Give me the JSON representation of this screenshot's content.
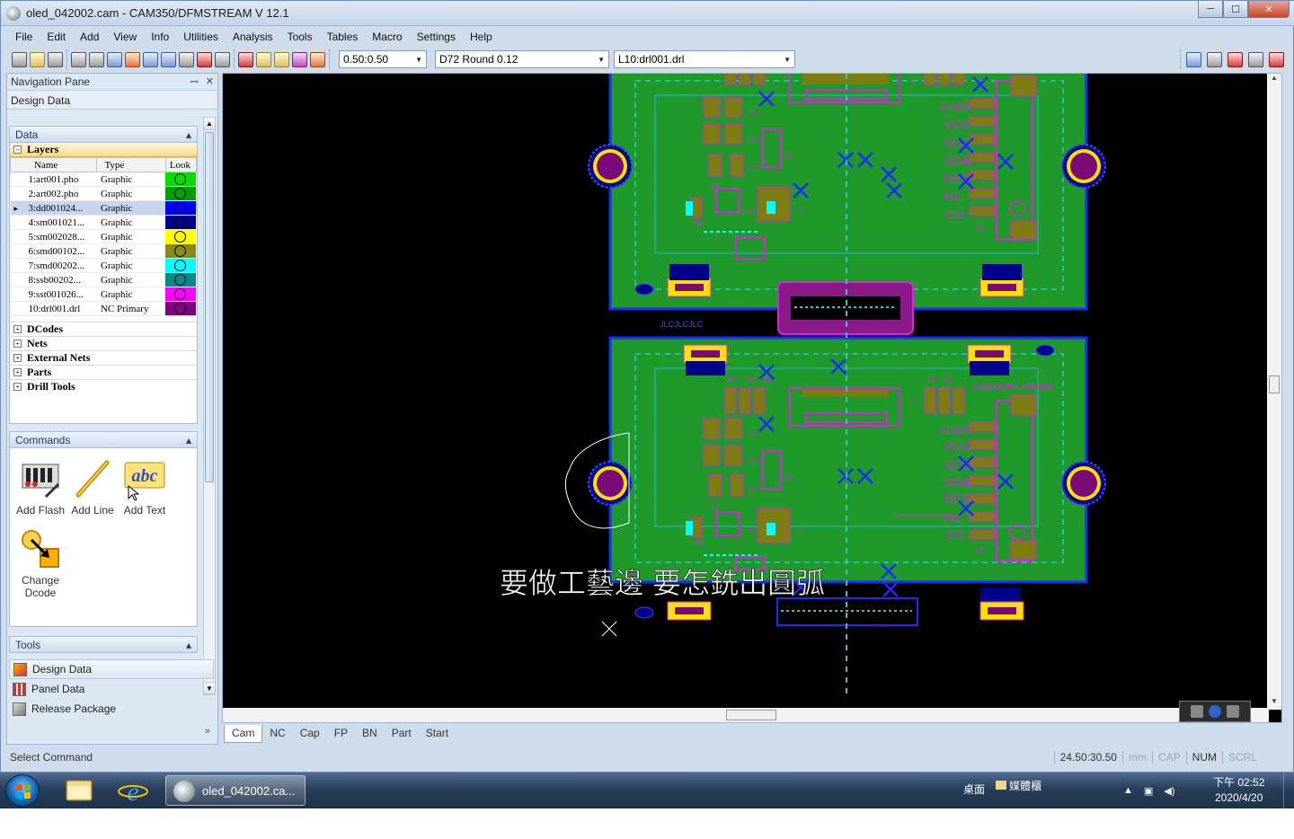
{
  "window": {
    "title": "oled_042002.cam - CAM350/DFMSTREAM V 12.1",
    "buttons": {
      "minimize": "─",
      "maximize": "☐",
      "close": "✕"
    }
  },
  "menu": [
    "File",
    "Edit",
    "Add",
    "View",
    "Info",
    "Utilities",
    "Analysis",
    "Tools",
    "Tables",
    "Macro",
    "Settings",
    "Help"
  ],
  "toolbar": {
    "grid_value": "0.50:0.50",
    "dcode_value": "D72   Round 0.12",
    "layer_value": "L10:drl001.drl"
  },
  "nav": {
    "title": "Navigation Pane",
    "pin_glyph": "ꟷ",
    "close_glyph": "✕",
    "design_data": "Design Data",
    "data_panel": "Data",
    "layers_label": "Layers",
    "columns": {
      "name": "Name",
      "type": "Type",
      "look": "Look"
    },
    "layers": [
      {
        "name": "1:art001.pho",
        "type": "Graphic",
        "color": "#00e000"
      },
      {
        "name": "2:art002.pho",
        "type": "Graphic",
        "color": "#00a000"
      },
      {
        "name": "3:dd001024...",
        "type": "Graphic",
        "color": "#0000ff"
      },
      {
        "name": "4:sm001021...",
        "type": "Graphic",
        "color": "#00008a"
      },
      {
        "name": "5:sm002028...",
        "type": "Graphic",
        "color": "#ffff00"
      },
      {
        "name": "6:smd00102...",
        "type": "Graphic",
        "color": "#8a8a10"
      },
      {
        "name": "7:smd00202...",
        "type": "Graphic",
        "color": "#00ffff"
      },
      {
        "name": "8:ssb00202...",
        "type": "Graphic",
        "color": "#008a8a"
      },
      {
        "name": "9:sst001026...",
        "type": "Graphic",
        "color": "#ff00ff"
      },
      {
        "name": "10:drl001.drl",
        "type": "NC Primary",
        "color": "#800080"
      }
    ],
    "tree": [
      "DCodes",
      "Nets",
      "External Nets",
      "Parts",
      "Drill Tools"
    ],
    "commands_panel": "Commands",
    "commands": [
      "Add Flash",
      "Add Line",
      "Add Text",
      "Change Dcode"
    ],
    "tools_panel": "Tools",
    "tools": [
      "Design Data",
      "Panel Data",
      "Release Package"
    ]
  },
  "board": {
    "labels": [
      "GND",
      "VCC",
      "SCL",
      "SDA",
      "RES",
      "DC",
      "CS"
    ],
    "title_text": "2.42 OLED 128X64",
    "ref_j1": "J1",
    "ref_j3": "J3",
    "ref_u0": "U0",
    "ref_l1": "L1",
    "ref_d1": "D1",
    "ref_r1": "R1",
    "ref_r2": "R2",
    "ref_r3": "R3",
    "ref_r5": "R5",
    "ref_r4": "R4",
    "ref_c3": "C3",
    "ref_c4": "C4",
    "ref_c5": "C5",
    "ref_c6": "C6",
    "ref_c2": "C2",
    "small_text": "JLCJLCJLC"
  },
  "overlay_text": "要做工藝邊 要怎銑出圓弧",
  "tabs": [
    "Cam",
    "NC",
    "Cap",
    "FP",
    "BN",
    "Part",
    "Start"
  ],
  "status": {
    "left": "Select Command",
    "coords": "24.50:30.50",
    "unit": "mm",
    "cap": "CAP",
    "num": "NUM",
    "scrl": "SCRL"
  },
  "taskbar": {
    "task_label": "oled_042002.ca...",
    "desktop": "桌面",
    "media": "媒體櫃",
    "time": "下午 02:52",
    "date": "2020/4/20"
  }
}
